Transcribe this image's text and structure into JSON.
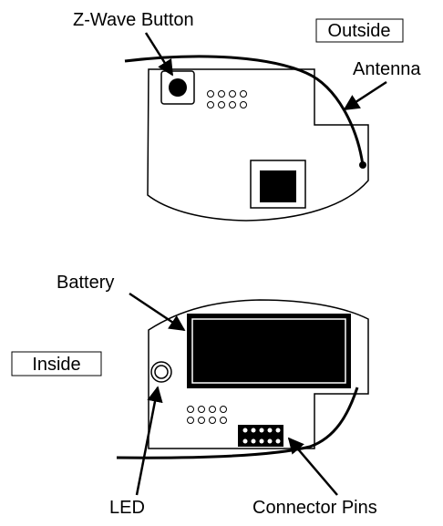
{
  "labels": {
    "zwave_button": "Z-Wave Button",
    "outside": "Outside",
    "antenna": "Antenna",
    "battery": "Battery",
    "inside": "Inside",
    "led": "LED",
    "connector_pins": "Connector Pins"
  }
}
